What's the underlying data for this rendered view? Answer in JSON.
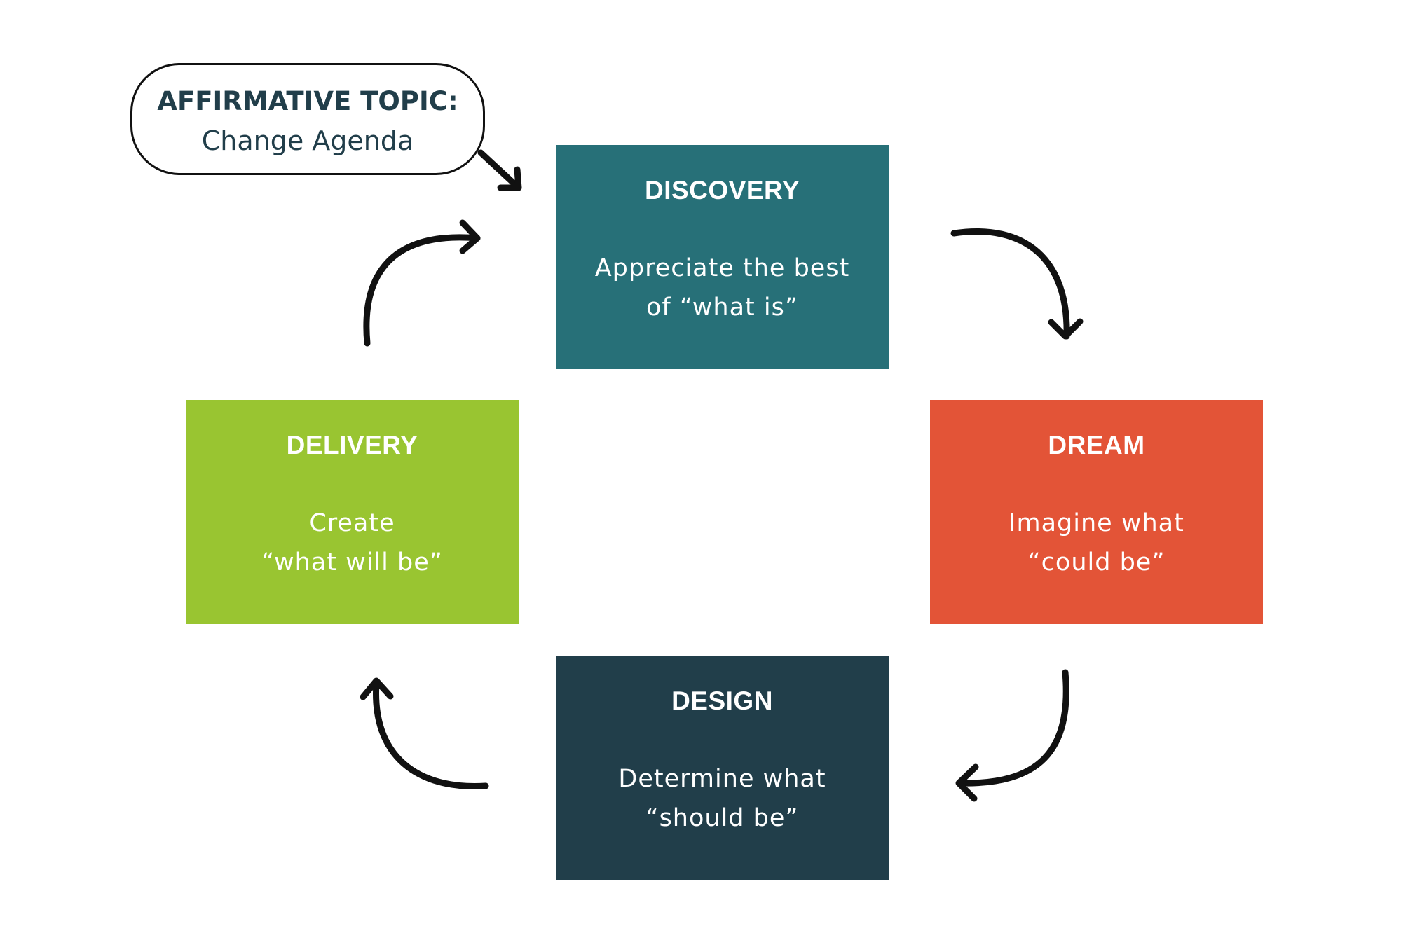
{
  "callout": {
    "title": "AFFIRMATIVE TOPIC:",
    "subtitle": "Change Agenda"
  },
  "stages": {
    "discovery": {
      "title": "DISCOVERY",
      "line1": "Appreciate the best",
      "line2": "of “what is”",
      "color": "#277078"
    },
    "dream": {
      "title": "DREAM",
      "line1": "Imagine what",
      "line2": "“could be”",
      "color": "#e35437"
    },
    "design": {
      "title": "DESIGN",
      "line1": "Determine what",
      "line2": "“should be”",
      "color": "#213e4a"
    },
    "delivery": {
      "title": "DELIVERY",
      "line1": "Create",
      "line2": "“what will be”",
      "color": "#99c531"
    }
  },
  "arrow_color": "#111111"
}
